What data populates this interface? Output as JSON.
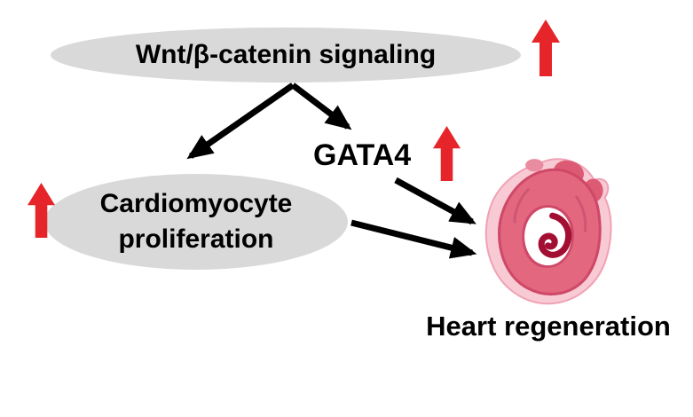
{
  "nodes": {
    "wnt": {
      "label": "Wnt/β-catenin signaling",
      "trend": "increase"
    },
    "gata4": {
      "label": "GATA4",
      "trend": "increase"
    },
    "cardiomyocyte": {
      "label": "Cardiomyocyte proliferation",
      "line1": "Cardiomyocyte",
      "line2": "proliferation",
      "trend": "increase"
    },
    "heart": {
      "label": "Heart regeneration"
    }
  },
  "edges": [
    {
      "from": "Wnt/β-catenin signaling",
      "to": "Cardiomyocyte proliferation"
    },
    {
      "from": "Wnt/β-catenin signaling",
      "to": "GATA4"
    },
    {
      "from": "GATA4",
      "to": "Heart regeneration"
    },
    {
      "from": "Cardiomyocyte proliferation",
      "to": "Heart regeneration"
    }
  ],
  "icons": {
    "up_arrow": "red-up-arrow",
    "heart_image": "heart-tissue-cross-section"
  },
  "colors": {
    "background": "#ffffff",
    "node_fill": "#d9d9d9",
    "text": "#000000",
    "connector": "#000000",
    "up_arrow": "#e6252b",
    "heart_outer": "#f8cbd4",
    "heart_ring": "#e3677f",
    "heart_core": "#a30e33"
  }
}
